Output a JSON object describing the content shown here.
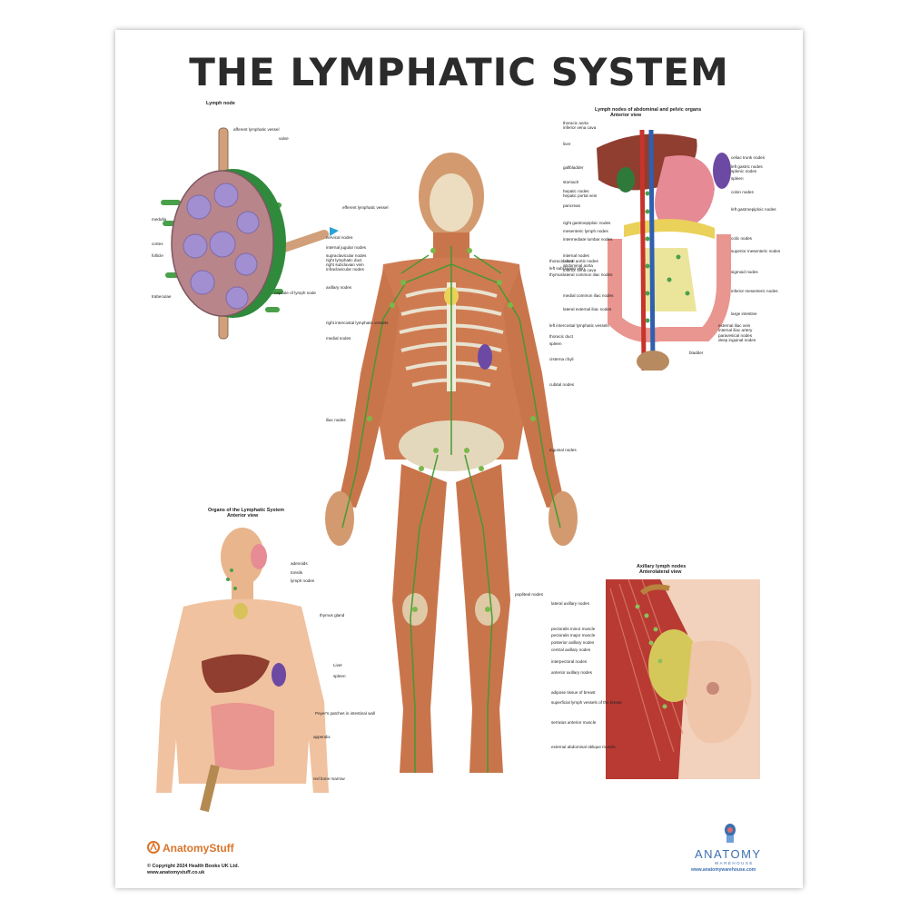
{
  "title": "THE LYMPHATIC SYSTEM",
  "panels": {
    "lymph_node": {
      "title": "Lymph node",
      "labels": [
        "afferent lymphatic vessel",
        "valve",
        "efferent lymphatic vessel",
        "medulla",
        "cortex",
        "follicle",
        "trabeculae",
        "capsule of lymph node"
      ]
    },
    "central": {
      "left_labels": [
        "cervical nodes",
        "internal jugular nodes",
        "supraclavicular nodes",
        "right lymphatic duct",
        "right subclavian vein",
        "infraclavicular nodes",
        "axillary nodes",
        "right intercostal lymphatic vessels",
        "medial nodes",
        "iliac nodes"
      ],
      "right_labels": [
        "thoracic duct",
        "left subclavian vein",
        "thymus",
        "left intercostal lymphatic vessels",
        "thoracic duct",
        "spleen",
        "cisterna chyli",
        "cubital nodes",
        "inguinal nodes",
        "popliteal nodes"
      ]
    },
    "abdominal": {
      "title": "Lymph nodes of abdominal and pelvic organs",
      "subtitle": "Anterior view",
      "left_labels": [
        "thoracic aorta",
        "inferior vena cava",
        "liver",
        "gallbladder",
        "stomach",
        "hepatic nodes",
        "hepatic portal vein",
        "pancreas",
        "right gastroepiploic nodes",
        "mesenteric lymph nodes",
        "intermediate lumbar nodes",
        "internal nodes",
        "lateral aortic nodes",
        "abdominal aorta",
        "inferior vena cava",
        "lateral common iliac nodes",
        "medial common iliac nodes",
        "lateral external iliac nodes"
      ],
      "right_labels": [
        "celiac trunk nodes",
        "left gastric nodes",
        "splenic nodes",
        "spleen",
        "colon nodes",
        "left gastroepiploic nodes",
        "colic nodes",
        "superior mesenteric nodes",
        "sigmoid nodes",
        "inferior mesenteric nodes",
        "large intestine",
        "external iliac vein",
        "internal iliac artery",
        "paravesical nodes",
        "deep inguinal nodes",
        "bladder"
      ]
    },
    "organs": {
      "title": "Organs of the Lymphatic System",
      "subtitle": "Anterior view",
      "labels": [
        "adenoids",
        "tonsils",
        "lymph nodes",
        "thymus gland",
        "Liver",
        "spleen",
        "Peyer's patches in intestinal wall",
        "appendix",
        "red bone marrow"
      ]
    },
    "axillary": {
      "title": "Axillary lymph nodes",
      "subtitle": "Anterolateral view",
      "labels": [
        "lateral axillary nodes",
        "pectoralis minor muscle",
        "pectoralis major muscle",
        "posterior axillary nodes",
        "central axillary nodes",
        "interpectoral nodes",
        "anterior axillary nodes",
        "adipose tissue of breast",
        "superficial lymph vessels of the breast",
        "serratus anterior muscle",
        "external abdominal oblique muscle"
      ]
    }
  },
  "footer": {
    "brand_left": "AnatomyStuff",
    "copyright": "© Copyright 2024 Health Books UK Ltd.",
    "website_left": "www.anatomystuff.co.uk",
    "brand_right": "ANATOMY",
    "brand_right_sub": "WAREHOUSE",
    "website_right": "www.anatomywarehouse.com"
  },
  "colors": {
    "skin": "#e9a27a",
    "muscle": "#c9683f",
    "lymph_green": "#3f9a2f",
    "node_pink": "#b97d86",
    "node_purple": "#8f86c9",
    "artery": "#c8332b",
    "vein": "#2f5fb0"
  }
}
